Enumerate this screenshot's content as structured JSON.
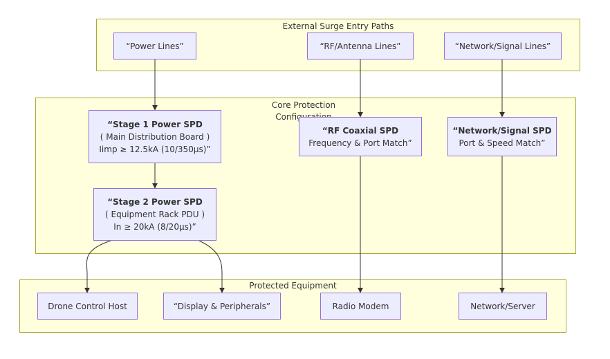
{
  "clusters": {
    "external": {
      "title": "External Surge Entry Paths"
    },
    "core": {
      "title": "Core Protection Configuration"
    },
    "protected": {
      "title": "Protected Equipment"
    }
  },
  "nodes": {
    "power_lines": {
      "label": "“Power Lines”"
    },
    "rf_antenna_lines": {
      "label": "“RF/Antenna Lines”"
    },
    "network_signal_lines": {
      "label": "“Network/Signal Lines”"
    },
    "stage1_spd": {
      "line1": "“Stage 1 Power SPD",
      "line2": "( Main Distribution Board )",
      "line3": "Iimp ≥ 12.5kA (10/350μs)”"
    },
    "stage2_spd": {
      "line1": "“Stage 2 Power SPD",
      "line2": "( Equipment Rack PDU )",
      "line3": "In ≥ 20kA (8/20μs)”"
    },
    "rf_coaxial_spd": {
      "line1": "“RF Coaxial SPD",
      "line2": "Frequency & Port Match”"
    },
    "network_signal_spd": {
      "line1": "“Network/Signal SPD",
      "line2": "Port & Speed Match”"
    },
    "drone_control_host": {
      "label": "Drone Control Host"
    },
    "display_peripherals": {
      "label": "“Display & Peripherals”"
    },
    "radio_modem": {
      "label": "Radio Modem"
    },
    "network_server": {
      "label": "Network/Server"
    }
  },
  "colors": {
    "cluster_fill": "#ffffde",
    "cluster_border": "#aaaa33",
    "node_fill": "#ececff",
    "node_border": "#9370db",
    "edge": "#333333"
  }
}
